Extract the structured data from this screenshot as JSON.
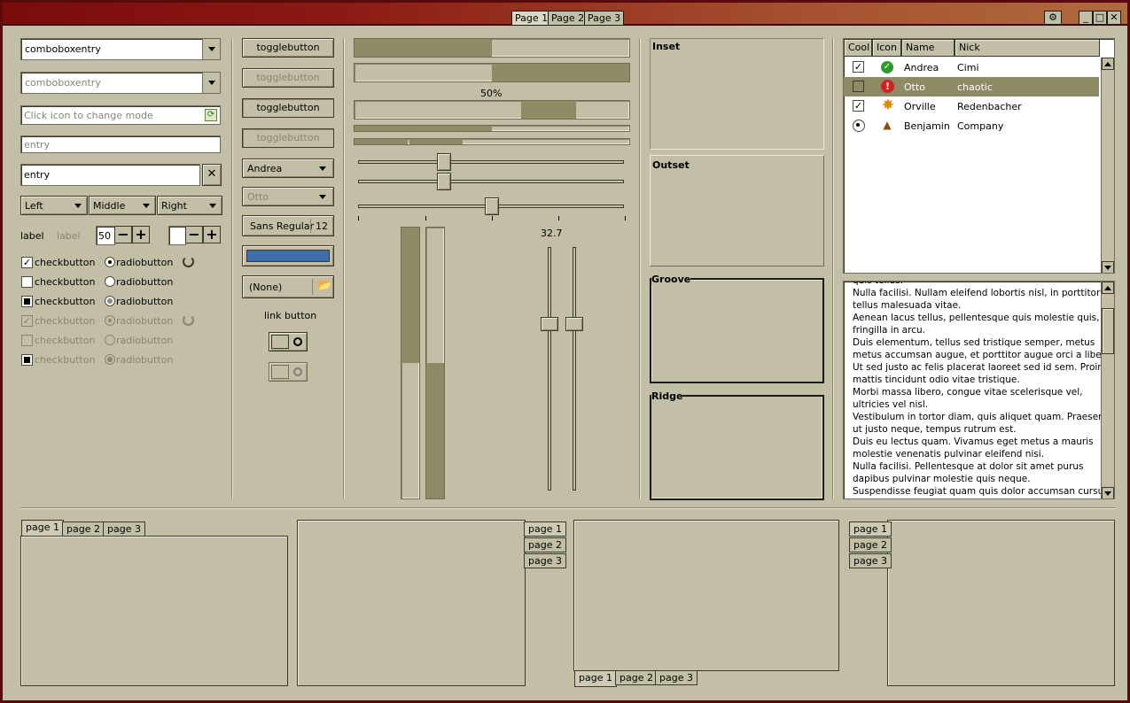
{
  "titlebar": {
    "tabs": [
      "Page 1",
      "Page 2",
      "Page 3"
    ],
    "buttons": {
      "minimize": "_",
      "maximize": "□",
      "close": "✕"
    }
  },
  "col1": {
    "combo1": "comboboxentry",
    "combo2": "comboboxentry",
    "entry_icon_placeholder": "Click icon to change mode",
    "entry_insens": "entry",
    "entry_clear": "entry",
    "combos": [
      "Left",
      "Middle",
      "Right"
    ],
    "label_a": "label",
    "label_b": "label",
    "spin_value": "50",
    "spin_value2": "",
    "check_label": "checkbutton",
    "radio_label": "radiobutton"
  },
  "col2": {
    "toggle": "togglebutton",
    "combo_andrea": "Andrea",
    "combo_otto": "Otto",
    "font_name": "Sans Regular",
    "font_size": "12",
    "file_none": "(None)",
    "link": "link button",
    "color_swatch": "#3d6ea9"
  },
  "col3": {
    "progress_text": "50%",
    "progress_values": [
      0.5,
      0.5,
      0.5
    ],
    "scale_value": "32.7",
    "vbar_values": [
      0.5,
      0.5
    ]
  },
  "frames": [
    "Inset",
    "Outset",
    "Groove",
    "Ridge"
  ],
  "treeview": {
    "columns": [
      "Cool",
      "Icon",
      "Name",
      "Nick"
    ],
    "rows": [
      {
        "cool": "check",
        "icon": "ok-icon",
        "name": "Andrea",
        "nick": "Cimi"
      },
      {
        "cool": "check-off",
        "icon": "error-icon",
        "name": "Otto",
        "nick": "chaotic"
      },
      {
        "cool": "check",
        "icon": "burst-icon",
        "name": "Orville",
        "nick": "Redenbacher"
      },
      {
        "cool": "radio",
        "icon": "poop-icon",
        "name": "Benjamin",
        "nick": "Company"
      }
    ]
  },
  "textview": {
    "lines": [
      "quis tellus.",
      "Nulla facilisi. Nullam eleifend lobortis nisl, in porttitor",
      "tellus malesuada vitae.",
      "Aenean lacus tellus, pellentesque quis molestie quis,",
      "fringilla in arcu.",
      "Duis elementum, tellus sed tristique semper, metus",
      "metus accumsan augue, et porttitor augue orci a libero.",
      "Ut sed justo ac felis placerat laoreet sed id sem. Proin",
      "mattis tincidunt odio vitae tristique.",
      "Morbi massa libero, congue vitae scelerisque vel,",
      "ultricies vel nisl.",
      "Vestibulum in tortor diam, quis aliquet quam. Praesent",
      "ut justo neque, tempus rutrum est.",
      "Duis eu lectus quam. Vivamus eget metus a mauris",
      "molestie venenatis pulvinar eleifend nisi.",
      "Nulla facilisi. Pellentesque at dolor sit amet purus",
      "dapibus pulvinar molestie quis neque.",
      "Suspendisse feugiat quam quis dolor accumsan cursus."
    ]
  },
  "notebooks": {
    "tabs": [
      "page 1",
      "page 2",
      "page 3"
    ]
  }
}
